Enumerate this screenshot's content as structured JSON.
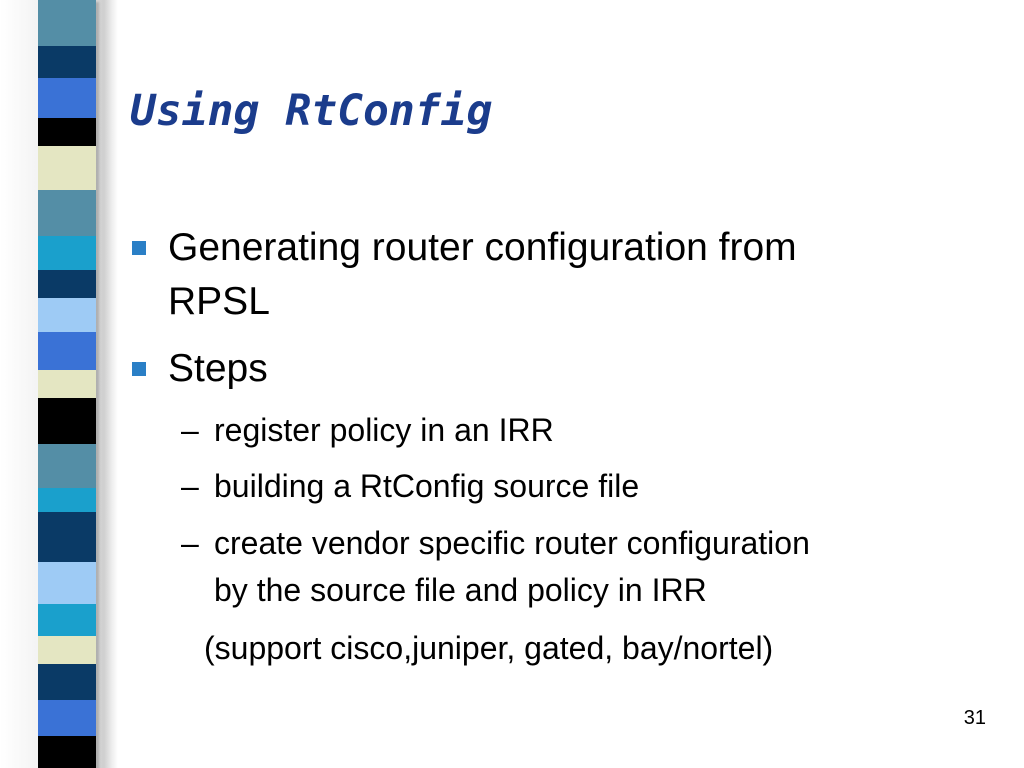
{
  "slide": {
    "title": "Using RtConfig",
    "bullets": [
      {
        "lines": [
          "Generating router configuration from",
          "RPSL"
        ]
      },
      {
        "lines": [
          "Steps"
        ]
      }
    ],
    "sub_items": [
      {
        "marker": "–",
        "lines": [
          "register policy in an IRR"
        ]
      },
      {
        "marker": "–",
        "lines": [
          "building a RtConfig source file"
        ]
      },
      {
        "marker": "–",
        "lines": [
          "create vendor specific router configuration",
          "by the source file and policy in IRR"
        ]
      }
    ],
    "note": "(support cisco,juniper, gated, bay/nortel)",
    "page_number": "31"
  },
  "theme": {
    "title_color": "#1b3c8c",
    "bullet_color": "#2a7fc6",
    "strip_colors": [
      "#3a72d6",
      "#0a3a66",
      "#000000",
      "#e4e6c2",
      "#548ea6",
      "#1aa0cc",
      "#9ecbf5",
      "#ffffff"
    ]
  }
}
